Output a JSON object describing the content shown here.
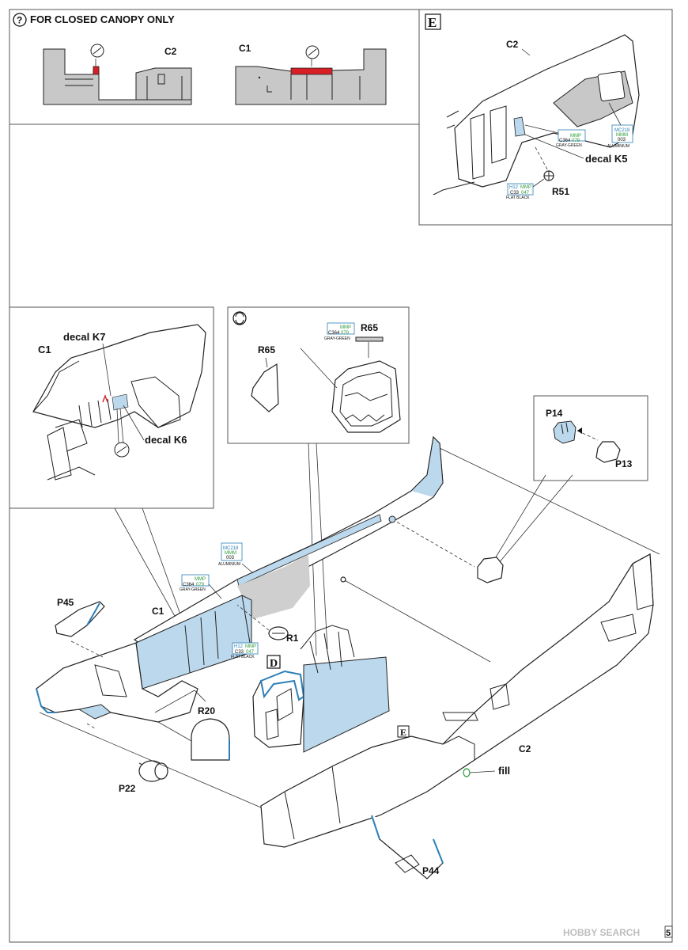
{
  "header": {
    "note_icon": "question-circle-icon",
    "note_text": "FOR CLOSED CANOPY ONLY",
    "detail_c2": "C2",
    "detail_c1": "C1"
  },
  "section_e": {
    "letter": "E",
    "part_c2": "C2",
    "decal_k5": "decal K5",
    "part_r51": "R51",
    "paint_gray_green": {
      "code1": "MMP",
      "code2": "079",
      "code3": "C364",
      "name": "GRAY-GREEN"
    },
    "paint_aluminium": {
      "code1": "MC218",
      "code2": "MMM",
      "code3": "003",
      "name": "ALUMINIUM"
    },
    "paint_flat_black": {
      "code1": "H12",
      "code2": "MMP",
      "code3": "C33",
      "code4": "047",
      "name": "FLAT BLACK"
    }
  },
  "detail_left": {
    "part_c1": "C1",
    "decal_k7": "decal K7",
    "decal_k6": "decal K6"
  },
  "detail_mid": {
    "option_icon": "option-swap-icon",
    "part_r65_a": "R65",
    "part_r65_b": "R65",
    "paint_gray_green": {
      "code1": "MMP",
      "code2": "079",
      "code3": "C364",
      "name": "GRAY-GREEN"
    }
  },
  "detail_right": {
    "part_p14": "P14",
    "part_p13": "P13"
  },
  "main": {
    "part_p45": "P45",
    "part_c1": "C1",
    "part_r1": "R1",
    "part_r20": "R20",
    "part_p22": "P22",
    "part_p44": "P44",
    "part_c2": "C2",
    "fill_label": "fill",
    "ref_d": "D",
    "ref_e": "E",
    "paint_aluminium": {
      "code1": "MC218",
      "code2": "MMM",
      "code3": "003",
      "name": "ALUMINIUM"
    },
    "paint_gray_green": {
      "code1": "MMP",
      "code2": "079",
      "code3": "C364",
      "name": "GRAY-GREEN"
    },
    "paint_flat_black": {
      "code1": "H12",
      "code2": "MMP",
      "code3": "C33",
      "code4": "047",
      "name": "FLAT BLACK"
    }
  },
  "footer": {
    "watermark": "HOBBY SEARCH",
    "page_number": "5"
  },
  "colors": {
    "interior_blue": "#bcd8ec",
    "panel_grey": "#c8c8c8",
    "cockpit_red": "#d81f26",
    "paint_green": "#2a9a3a",
    "paint_blue": "#2b7fb8"
  }
}
